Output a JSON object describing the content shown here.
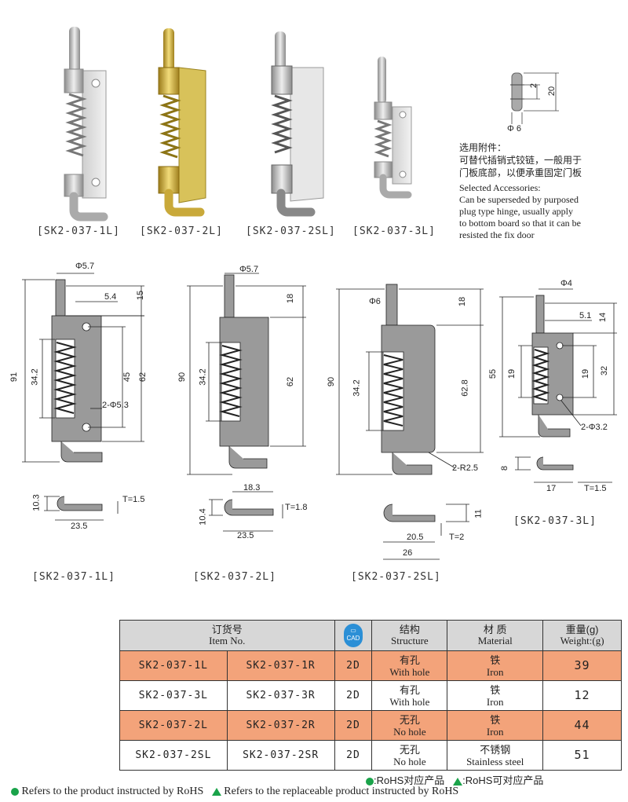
{
  "captions": {
    "photo_1l": "[SK2-037-1L]",
    "photo_2l": "[SK2-037-2L]",
    "photo_2sl": "[SK2-037-2SL]",
    "photo_3l": "[SK2-037-3L]",
    "draw_1l": "[SK2-037-1L]",
    "draw_2l": "[SK2-037-2L]",
    "draw_2sl": "[SK2-037-2SL]",
    "draw_3l": "[SK2-037-3L]"
  },
  "accessory": {
    "dim_2": "2",
    "dim_20": "20",
    "dim_phi6": "Φ 6",
    "cn_line1": "选用附件：",
    "cn_line2": "可替代插销式铰链，一般用于",
    "cn_line3": "门板底部，以便承重固定门板",
    "en_line1": "Selected Accessories:",
    "en_line2": "Can be superseded by purposed",
    "en_line3": "plug type hinge, usually apply",
    "en_line4": "to bottom board so that it can be",
    "en_line5": "resisted the fix door"
  },
  "dims": {
    "d1": {
      "phi": "Φ5.7",
      "a": "5.4",
      "b": "15",
      "total": "91",
      "spring": "34.2",
      "c": "45",
      "d": "62",
      "hole": "2-Φ5.3",
      "e": "10.3",
      "f": "T=1.5",
      "g": "23.5"
    },
    "d2": {
      "phi": "Φ5.7",
      "b": "18",
      "total": "90",
      "spring": "34.2",
      "d": "62",
      "e": "10.4",
      "w": "18.3",
      "f": "T=1.8",
      "g": "23.5"
    },
    "d3": {
      "phi": "Φ6",
      "b": "18",
      "total": "90",
      "spring": "34.2",
      "d": "62.8",
      "r": "2-R2.5",
      "e": "11",
      "w": "20.5",
      "f": "T=2",
      "g": "26"
    },
    "d4": {
      "phi": "Φ4",
      "a": "5.1",
      "b": "14",
      "total": "55",
      "c1": "19",
      "c2": "19",
      "d": "32",
      "hole": "2-Φ3.2",
      "e": "8",
      "g": "17",
      "f": "T=1.5"
    }
  },
  "table": {
    "headers": {
      "item_cn": "订货号",
      "item_en": "Item No.",
      "cad": "CAD",
      "structure_cn": "结构",
      "structure_en": "Structure",
      "material_cn": "材 质",
      "material_en": "Material",
      "weight_cn": "重量(g)",
      "weight_en": "Weight:(g)"
    },
    "rows": [
      {
        "left": "SK2-037-1L",
        "right": "SK2-037-1R",
        "cad": "2D",
        "structure_cn": "有孔",
        "structure_en": "With hole",
        "material_cn": "铁",
        "material_en": "Iron",
        "weight": "39"
      },
      {
        "left": "SK2-037-3L",
        "right": "SK2-037-3R",
        "cad": "2D",
        "structure_cn": "有孔",
        "structure_en": "With hole",
        "material_cn": "铁",
        "material_en": "Iron",
        "weight": "12"
      },
      {
        "left": "SK2-037-2L",
        "right": "SK2-037-2R",
        "cad": "2D",
        "structure_cn": "无孔",
        "structure_en": "No hole",
        "material_cn": "铁",
        "material_en": "Iron",
        "weight": "44"
      },
      {
        "left": "SK2-037-2SL",
        "right": "SK2-037-2SR",
        "cad": "2D",
        "structure_cn": "无孔",
        "structure_en": "No hole",
        "material_cn": "不锈钢",
        "material_en": "Stainless steel",
        "weight": "51"
      }
    ]
  },
  "legend": {
    "rohs_cn": ":RoHS对应产品",
    "rohs_plus_cn": ":RoHS可对应产品",
    "rohs_en": "Refers to the product instructed by RoHS",
    "rohs_plus_en": "Refers to the replaceable product instructed by RoHS",
    "accent_color": "#1aa34a"
  },
  "colors": {
    "orange_row": "#f3a37a",
    "header_gray": "#d7d7d7",
    "drawing_gray": "#9a9a9a"
  }
}
